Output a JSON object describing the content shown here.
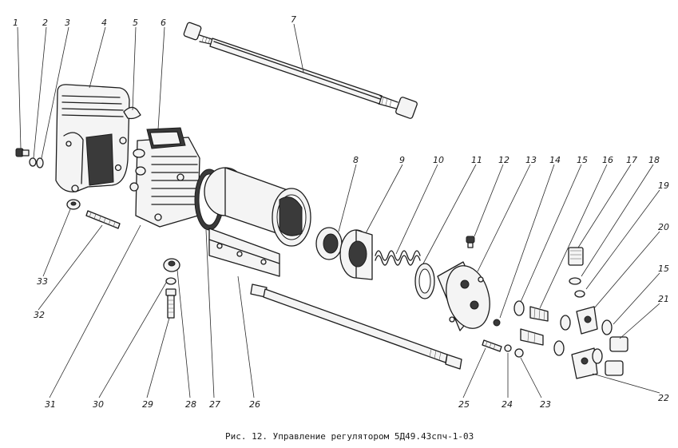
{
  "caption": "Рис. 12. Управление регулятором 5Д49.43спч-1-03",
  "callouts": [
    "1",
    "2",
    "3",
    "4",
    "5",
    "6",
    "7",
    "8",
    "9",
    "10",
    "11",
    "12",
    "13",
    "14",
    "15",
    "16",
    "17",
    "18",
    "19",
    "20",
    "15",
    "21",
    "22",
    "23",
    "24",
    "25",
    "26",
    "27",
    "28",
    "29",
    "30",
    "31",
    "32",
    "33"
  ]
}
